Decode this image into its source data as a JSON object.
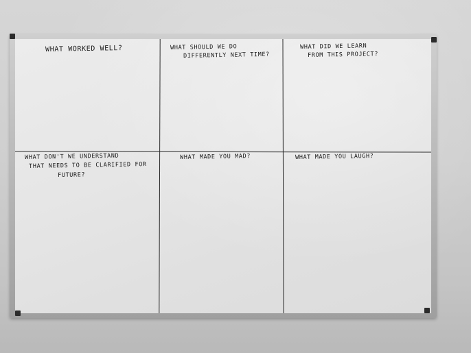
{
  "whiteboard": {
    "sections": [
      {
        "lines": [
          "WHAT WORKED WELL?"
        ]
      },
      {
        "lines": [
          "WHAT SHOULD WE DO",
          "DIFFERENTLY NEXT TIME?"
        ]
      },
      {
        "lines": [
          "WHAT DID WE LEARN",
          "FROM THIS PROJECT?"
        ]
      },
      {
        "lines": [
          "WHAT DON'T WE UNDERSTAND",
          "THAT NEEDS TO BE CLARIFIED FOR",
          "FUTURE?"
        ]
      },
      {
        "lines": [
          "WHAT MADE YOU MAD?"
        ]
      },
      {
        "lines": [
          "WHAT MADE YOU LAUGH?"
        ]
      }
    ]
  },
  "colors": {
    "wall": "#d0d0d0",
    "frame": "#b5b5b5",
    "board": "#e6e6e6",
    "marker": "#1b1b1b"
  }
}
